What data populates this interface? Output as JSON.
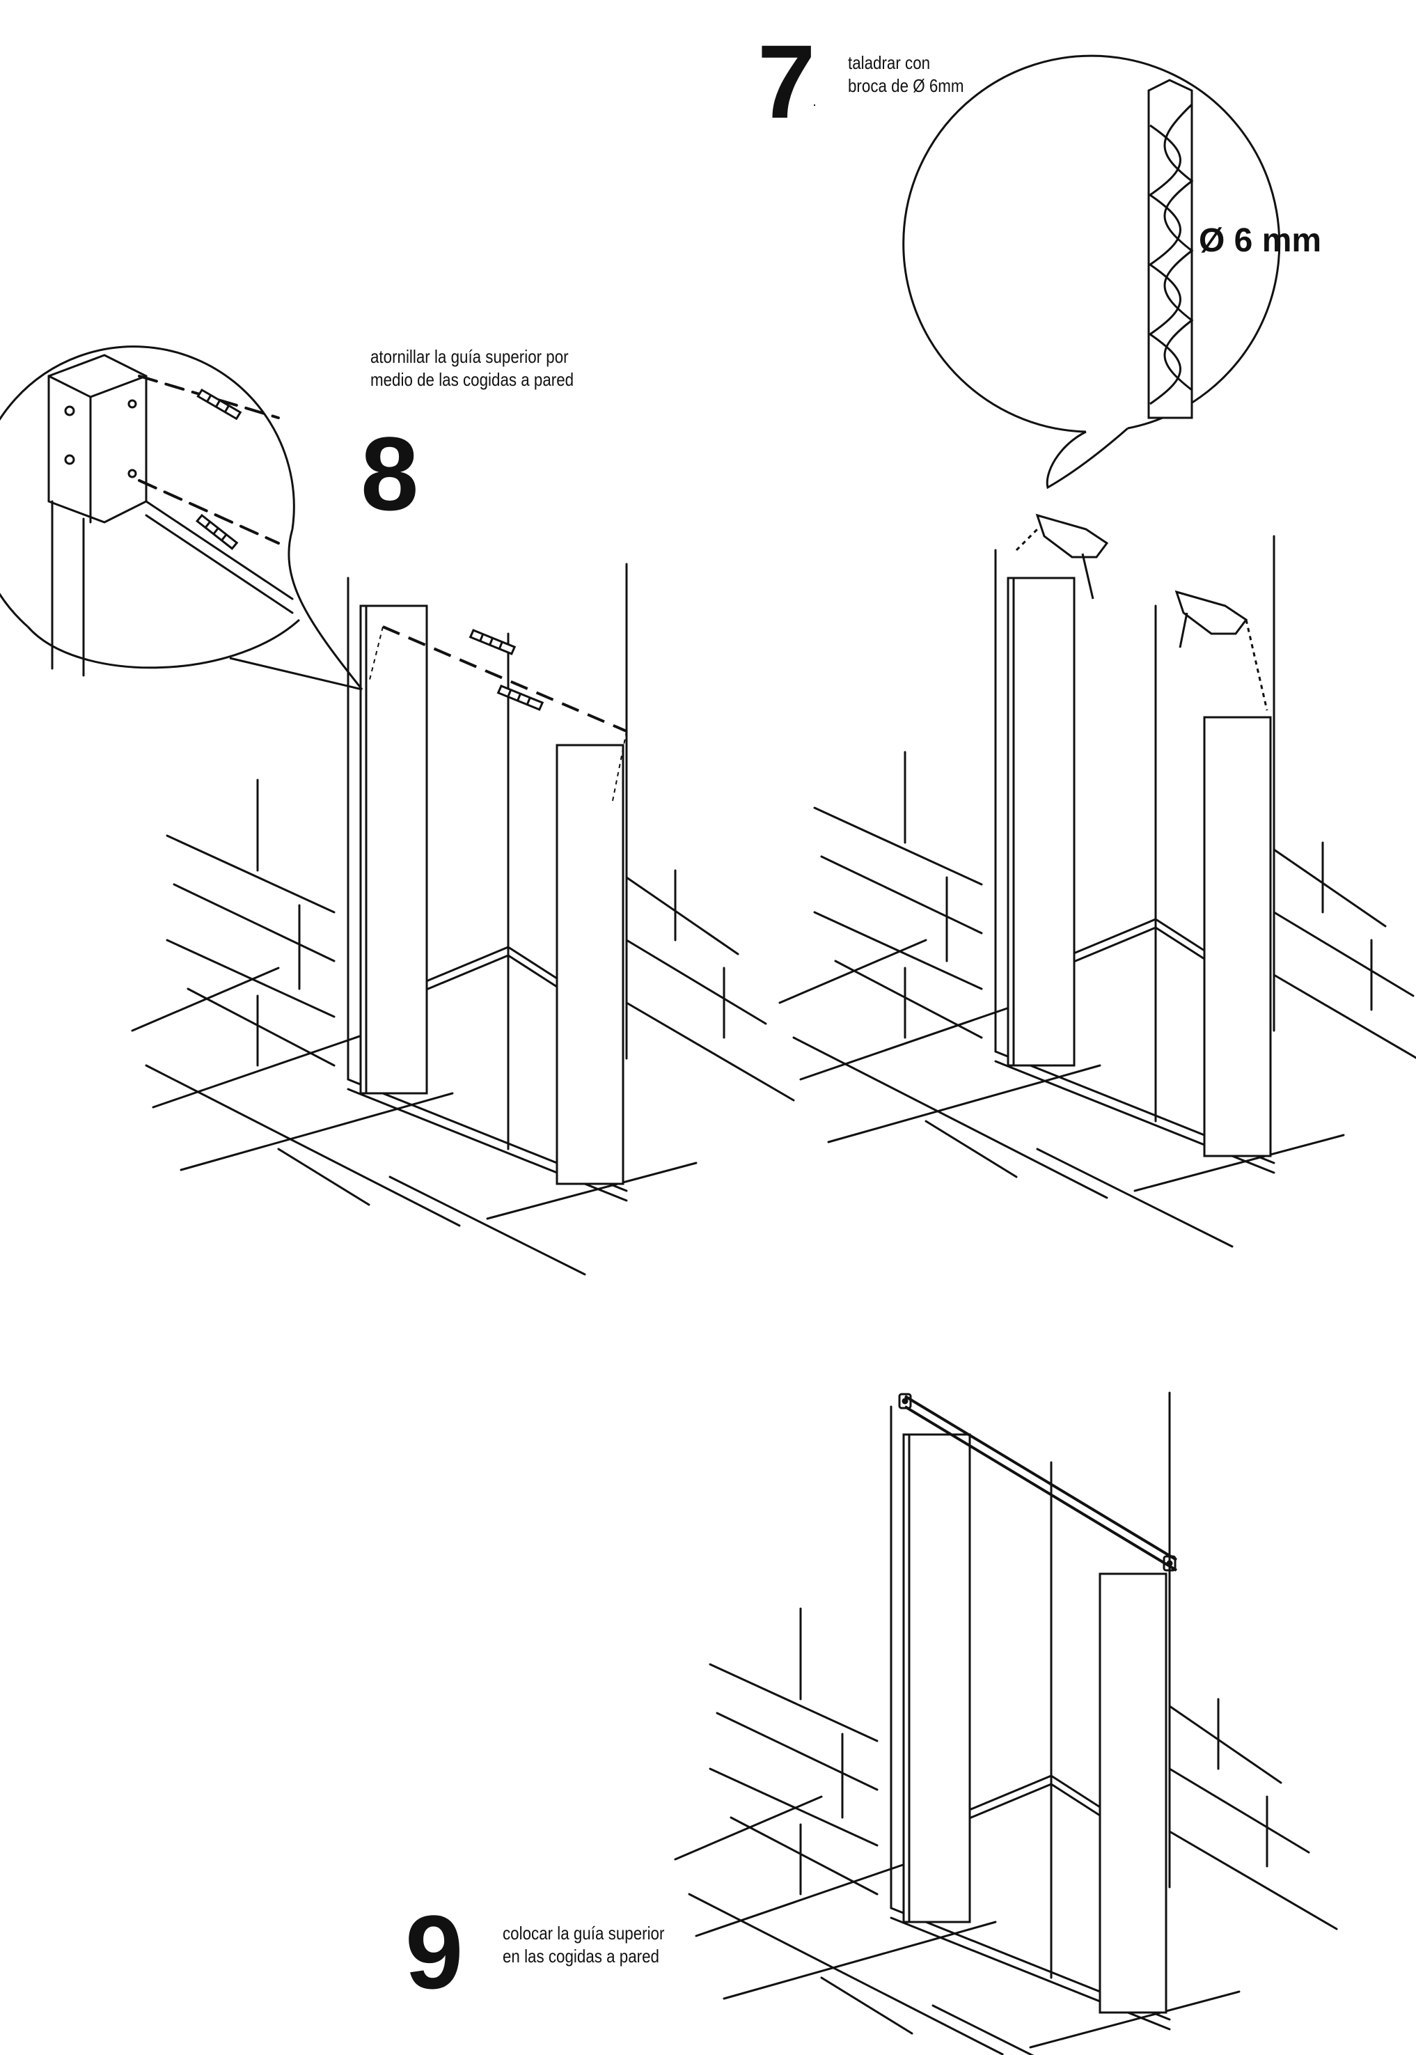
{
  "steps": [
    {
      "number": "7",
      "caption": "taladrar con\nbroca de Ø 6mm"
    },
    {
      "number": "8",
      "caption": "atornillar la guía superior por\nmedio de las cogidas a pared"
    },
    {
      "number": "9",
      "caption": "colocar la guía superior\nen las cogidas a pared"
    }
  ],
  "drill_detail": {
    "diameter_label": "Ø 6 mm"
  }
}
